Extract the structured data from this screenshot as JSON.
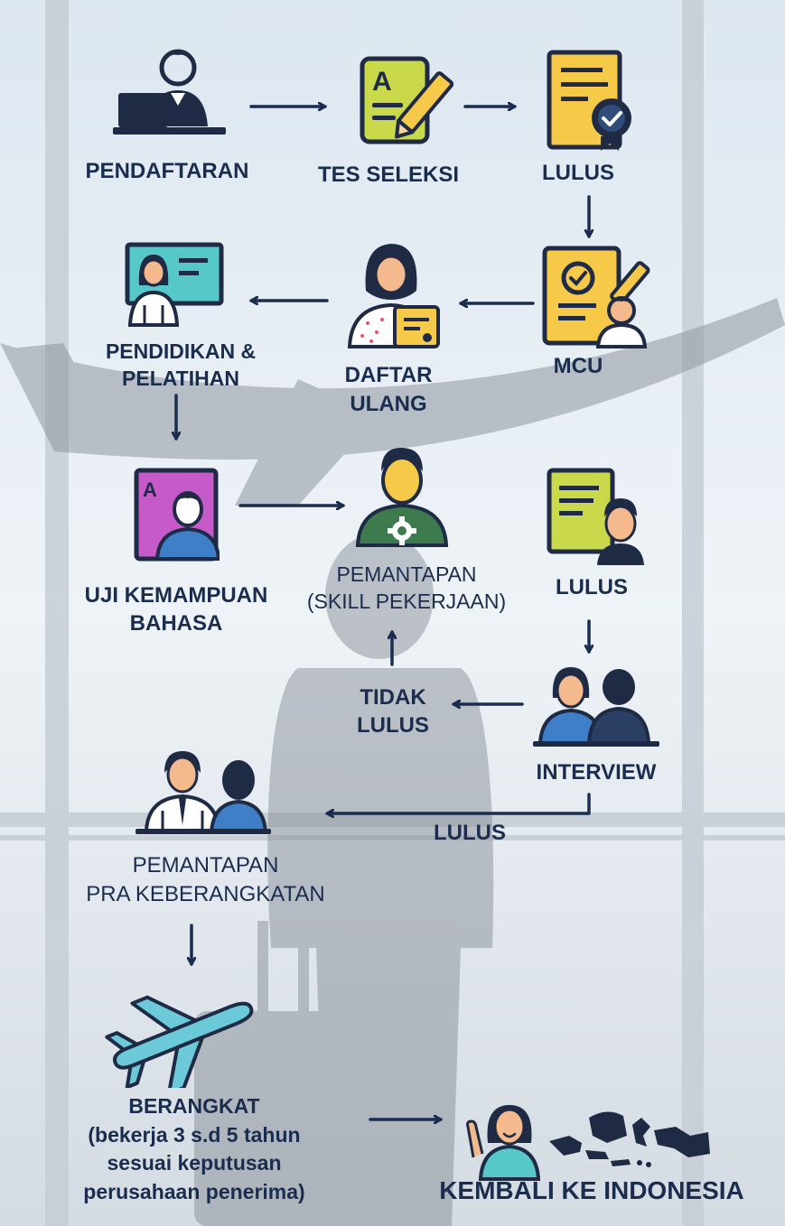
{
  "steps": {
    "pendaftaran": "PENDAFTARAN",
    "tes_seleksi": "TES SELEKSI",
    "lulus_1": "LULUS",
    "mcu": "MCU",
    "daftar_ulang": [
      "DAFTAR",
      "ULANG"
    ],
    "pendidikan": [
      "PENDIDIKAN &",
      "PELATIHAN"
    ],
    "uji_bahasa": [
      "UJI KEMAMPUAN",
      "BAHASA"
    ],
    "pemantapan_skill": [
      "PEMANTAPAN",
      "(SKILL PEKERJAAN)"
    ],
    "lulus_2": "LULUS",
    "tidak_lulus": [
      "TIDAK",
      "LULUS"
    ],
    "interview": "INTERVIEW",
    "lulus_3": "LULUS",
    "pemantapan_pra": [
      "PEMANTAPAN",
      "PRA KEBERANGKATAN"
    ],
    "berangkat": [
      "BERANGKAT",
      "(bekerja 3 s.d 5 tahun",
      "sesuai keputusan",
      "perusahaan penerima)"
    ],
    "kembali": "KEMBALI KE INDONESIA"
  },
  "icons": {
    "pendaftaran": "person-laptop-icon",
    "tes_seleksi": "test-paper-pencil-icon",
    "lulus_1": "certificate-badge-icon",
    "mcu": "medical-checkup-icon",
    "daftar_ulang": "woman-clipboard-icon",
    "pendidikan": "teacher-board-icon",
    "uji_bahasa": "language-test-icon",
    "pemantapan_skill": "worker-gear-icon",
    "lulus_2": "document-person-icon",
    "interview": "two-people-icon",
    "pemantapan_pra": "two-people-briefing-icon",
    "berangkat": "airplane-icon",
    "kembali": "woman-indonesia-map-icon"
  },
  "colors": {
    "text": "#1b2d4f",
    "arrow": "#1b2d4f",
    "navy": "#1f2a44",
    "lime": "#c9d94a",
    "yellow": "#f7c948",
    "teal": "#56c8c7",
    "magenta": "#c65ac9",
    "green": "#3d7a4e",
    "blue": "#3e7fc8",
    "skin": "#f4b98c",
    "plane": "#6cc9d8"
  }
}
